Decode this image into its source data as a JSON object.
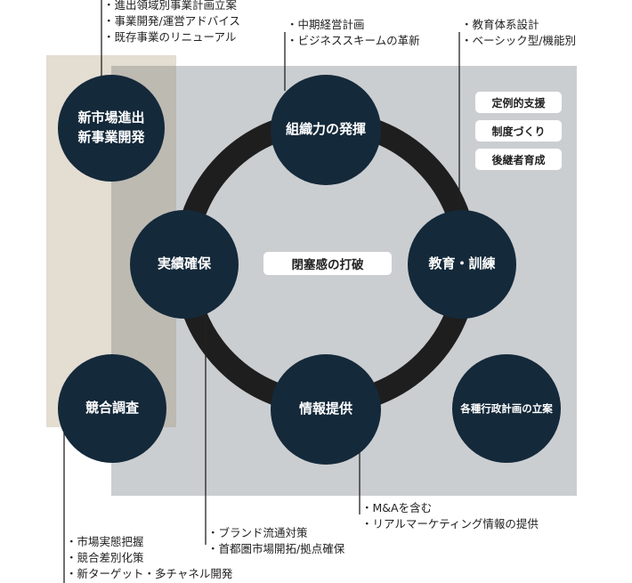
{
  "nodes": {
    "new_market": [
      "新市場進出",
      "新事業開発"
    ],
    "org_power": "組織力の発揮",
    "results": "実績確保",
    "education": "教育・訓練",
    "competition": "競合調査",
    "info": "情報提供",
    "admin_plan": "各種行政計画の立案"
  },
  "center_label": "閉塞感の打破",
  "tags": [
    "定例的支援",
    "制度づくり",
    "後継者育成"
  ],
  "bullets": {
    "new_market": [
      "進出領域別事業計画立案",
      "事業開発/運営アドバイス",
      "既存事業のリニューアル"
    ],
    "org_power": [
      "中期経営計画",
      "ビジネススキームの革新"
    ],
    "education": [
      "教育体系設計",
      "ベーシック型/機能別"
    ],
    "competition": [
      "市場実態把握",
      "競合差別化策",
      "新ターゲット・多チャネル開発"
    ],
    "results": [
      "ブランド流通対策",
      "首都圏市場開拓/拠点確保"
    ],
    "info": [
      "M&Aを含む",
      "リアルマーケティング情報の提供"
    ]
  },
  "colors": {
    "node": "#14293a",
    "ring": "#1e1e1e",
    "panel_gray": "#cbced1",
    "panel_tan": "#e3ddd2"
  }
}
